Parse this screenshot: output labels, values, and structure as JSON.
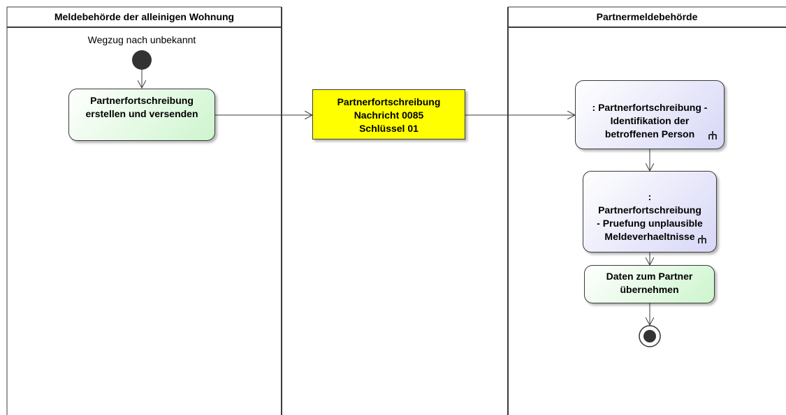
{
  "lanes": {
    "left_title": "Meldebehörde der alleinigen Wohnung",
    "right_title": "Partnermeldebehörde"
  },
  "start_label": "Wegzug nach unbekannt",
  "actions": {
    "create_send": "Partnerfortschreibung\nerstellen und versenden",
    "identification": ": Partnerfortschreibung -\nIdentifikation der\nbetroffenen Person",
    "check": ":\nPartnerfortschreibung\n- Pruefung unplausible\nMeldeverhaeltnisse",
    "adopt": "Daten zum Partner\nübernehmen"
  },
  "object_node": {
    "text": "Partnerfortschreibung\nNachricht 0085\nSchlüssel 01"
  },
  "colors": {
    "action_green": "#cdf5cd",
    "action_purple": "#d7d7f7",
    "object_yellow": "#ffff00",
    "node_dark": "#333333"
  },
  "icons": {
    "call_behavior": "rake-icon"
  }
}
